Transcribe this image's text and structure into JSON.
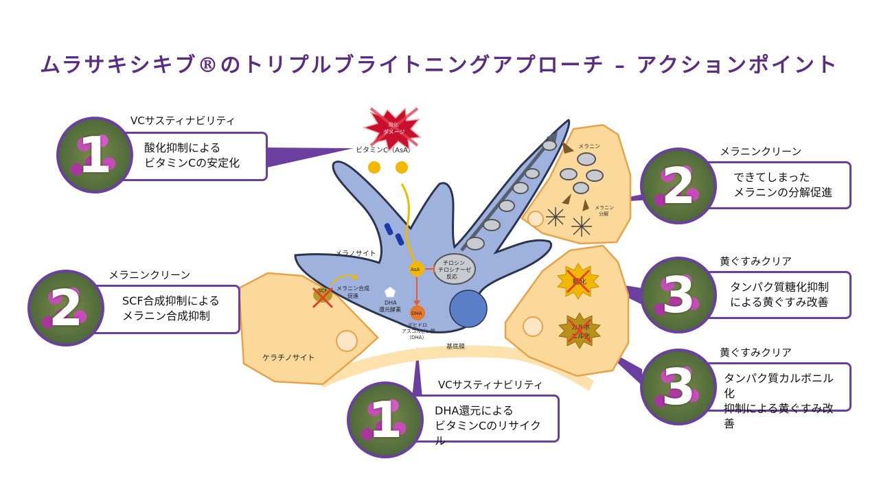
{
  "title": "ムラサキシキブ®のトリプルブライトニングアプローチ – アクションポイント",
  "callouts": [
    {
      "number": "1",
      "heading": "VCサスティナビリティ",
      "lines": [
        "酸化抑制による",
        "ビタミンCの安定化"
      ]
    },
    {
      "number": "2",
      "heading": "メラニンクリーン",
      "lines": [
        "できてしまった",
        "メラニンの分解促進"
      ]
    },
    {
      "number": "2",
      "heading": "メラニンクリーン",
      "lines": [
        "SCF合成抑制による",
        "メラニン合成抑制"
      ]
    },
    {
      "number": "3",
      "heading": "黄ぐすみクリア",
      "lines": [
        "タンパク質糖化抑制",
        "による黄ぐすみ改善"
      ]
    },
    {
      "number": "3",
      "heading": "黄ぐすみクリア",
      "lines": [
        "タンパク質カルボニル化",
        "抑制による黄ぐすみ改善"
      ]
    },
    {
      "number": "1",
      "heading": "VCサスティナビリティ",
      "lines": [
        "DHA還元による",
        "ビタミンCのリサイクル"
      ]
    }
  ],
  "diagram": {
    "damage": [
      "酸化",
      "ダメージ"
    ],
    "vitamin_c": "ビタミンC（AsA）",
    "melanocyte": "メラノサイト",
    "melanin_synthesis": [
      "メラニン合成",
      "促進"
    ],
    "asa": "AsA",
    "dha_enzyme": [
      "DHA",
      "還元酵素"
    ],
    "dha": "DHA",
    "dehydro": [
      "デヒドロ",
      "アスコルビン酸",
      "（DHA）"
    ],
    "tyrosine": [
      "チロシン",
      "チロシナーゼ",
      "反応"
    ],
    "keratinocyte": "ケラチノサイト",
    "basement": "基底膜",
    "melanin": "メラニン",
    "melanin_decomp": [
      "メラニン",
      "分解"
    ],
    "glycation": "糖化",
    "carbonyl": [
      "カルボ",
      "ニル化"
    ],
    "scf": "SCF"
  },
  "colors": {
    "purple": "#6b3fa0",
    "cell_blue": "#9fb2dd",
    "cell_border": "#2a3550",
    "skin": "#fbd99a",
    "skin_border": "#e8a24a",
    "yellow": "#f2b800"
  }
}
